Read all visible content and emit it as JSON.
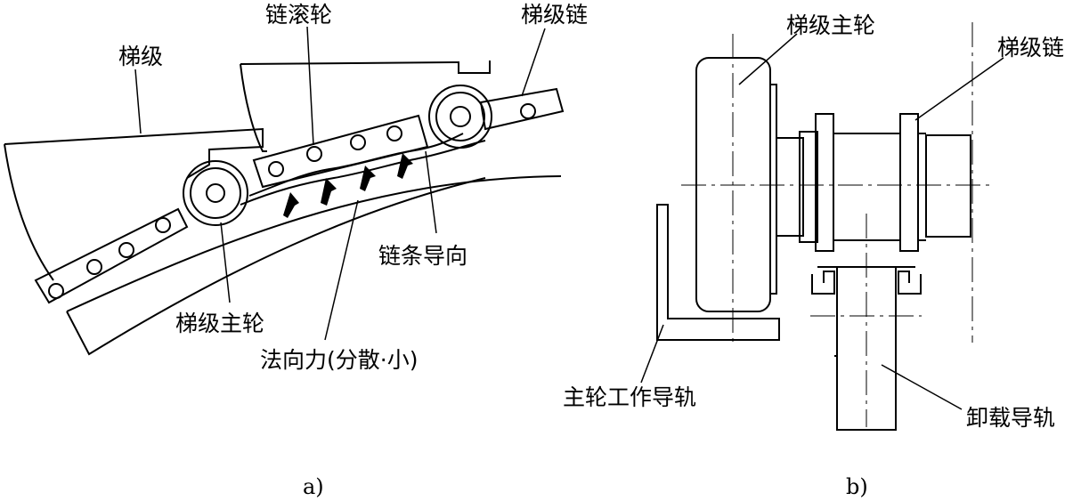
{
  "diagram_a": {
    "labels": {
      "step": "梯级",
      "chain_roller": "链滚轮",
      "step_chain": "梯级链",
      "chain_guide": "链条导向",
      "step_main_wheel": "梯级主轮",
      "normal_force": "法向力(分散·小)"
    },
    "caption": "a)"
  },
  "diagram_b": {
    "labels": {
      "step_main_wheel": "梯级主轮",
      "step_chain": "梯级链",
      "main_wheel_rail": "主轮工作导轨",
      "unloading_rail": "卸载导轨"
    },
    "caption": "b)"
  }
}
